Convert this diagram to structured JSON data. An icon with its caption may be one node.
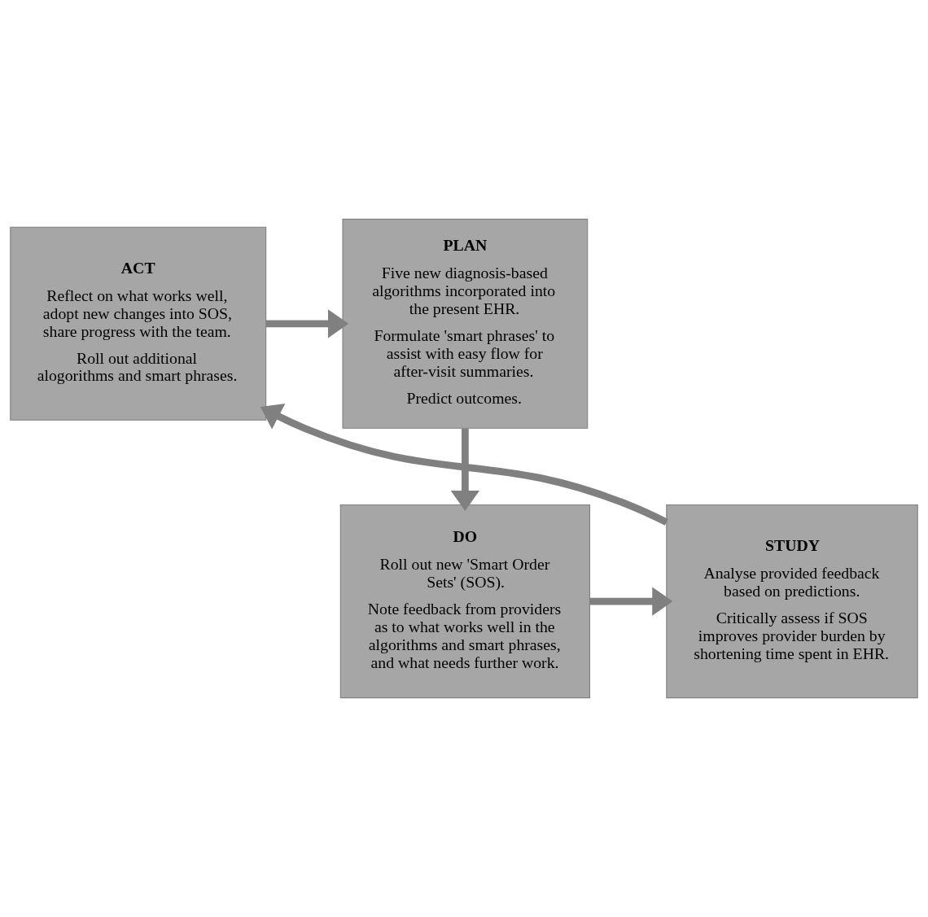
{
  "diagram": {
    "nodes": [
      {
        "text": [
          "ACT",
          "Reflect on what works well, adopt new changes into SOS, share progress with the team.",
          "Roll out additional alogorithms and smart phrases."
        ]
      },
      {
        "text": [
          "PLAN",
          "Five new diagnosis-based algorithms incorporated into the present EHR.",
          "Formulate 'smart phrases' to assist with easy flow for after-visit summaries.",
          "Predict outcomes."
        ]
      },
      {
        "text": [
          "STUDY",
          "Analyse provided feedback based on predictions.",
          "Critically assess if SOS improves provider burden by shortening time spent in EHR."
        ]
      },
      {
        "text": [
          "DO",
          "Roll out new 'Smart Order Sets' (SOS).",
          "Note feedback from providers as to what works well in the algorithms and smart phrases, and what needs further work."
        ]
      }
    ],
    "edges": [
      {
        "from": 0,
        "to": 1,
        "arrow": "to"
      },
      {
        "from": 1,
        "to": 3,
        "arrow": "to"
      },
      {
        "from": 3,
        "to": 2,
        "arrow": "to"
      },
      {
        "from": 2,
        "to": 0,
        "arrow": "to"
      }
    ]
  }
}
